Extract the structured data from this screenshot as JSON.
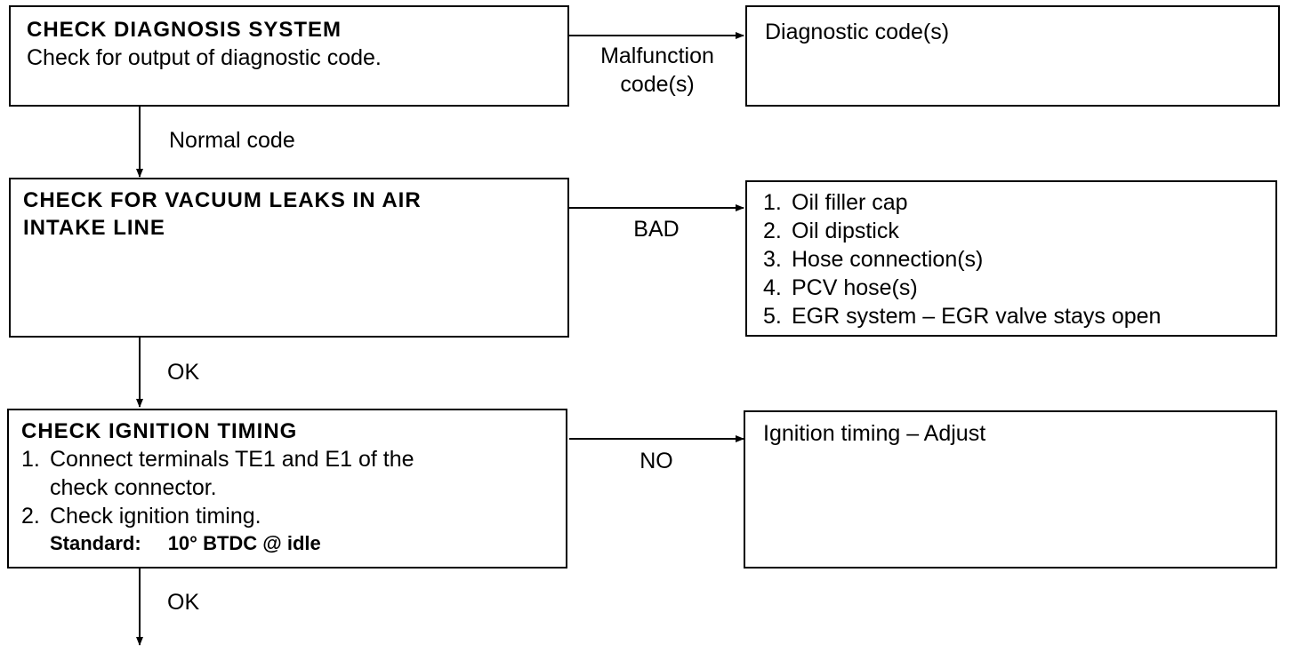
{
  "step1": {
    "title": "CHECK DIAGNOSIS SYSTEM",
    "text": "Check for output of diagnostic code."
  },
  "step1_fail": {
    "label_line1": "Malfunction",
    "label_line2": "code(s)",
    "result": "Diagnostic code(s)"
  },
  "step1_pass": {
    "label": "Normal code"
  },
  "step2": {
    "title_line1": "CHECK FOR VACUUM LEAKS IN AIR",
    "title_line2": "INTAKE LINE"
  },
  "step2_fail": {
    "label": "BAD",
    "items": [
      {
        "num": "1.",
        "text": "Oil filler cap"
      },
      {
        "num": "2.",
        "text": "Oil dipstick"
      },
      {
        "num": "3.",
        "text": "Hose connection(s)"
      },
      {
        "num": "4.",
        "text": "PCV hose(s)"
      },
      {
        "num": "5.",
        "text": "EGR system – EGR valve stays open"
      }
    ]
  },
  "step2_pass": {
    "label": "OK"
  },
  "step3": {
    "title": "CHECK IGNITION TIMING",
    "items": [
      {
        "num": "1.",
        "line1": "Connect terminals TE1 and E1 of the",
        "line2": "check connector."
      },
      {
        "num": "2.",
        "line1": "Check ignition timing."
      }
    ],
    "standard_label": "Standard:",
    "standard_value": "10° BTDC @ idle"
  },
  "step3_fail": {
    "label": "NO",
    "result": "Ignition timing – Adjust"
  },
  "step3_pass": {
    "label": "OK"
  }
}
